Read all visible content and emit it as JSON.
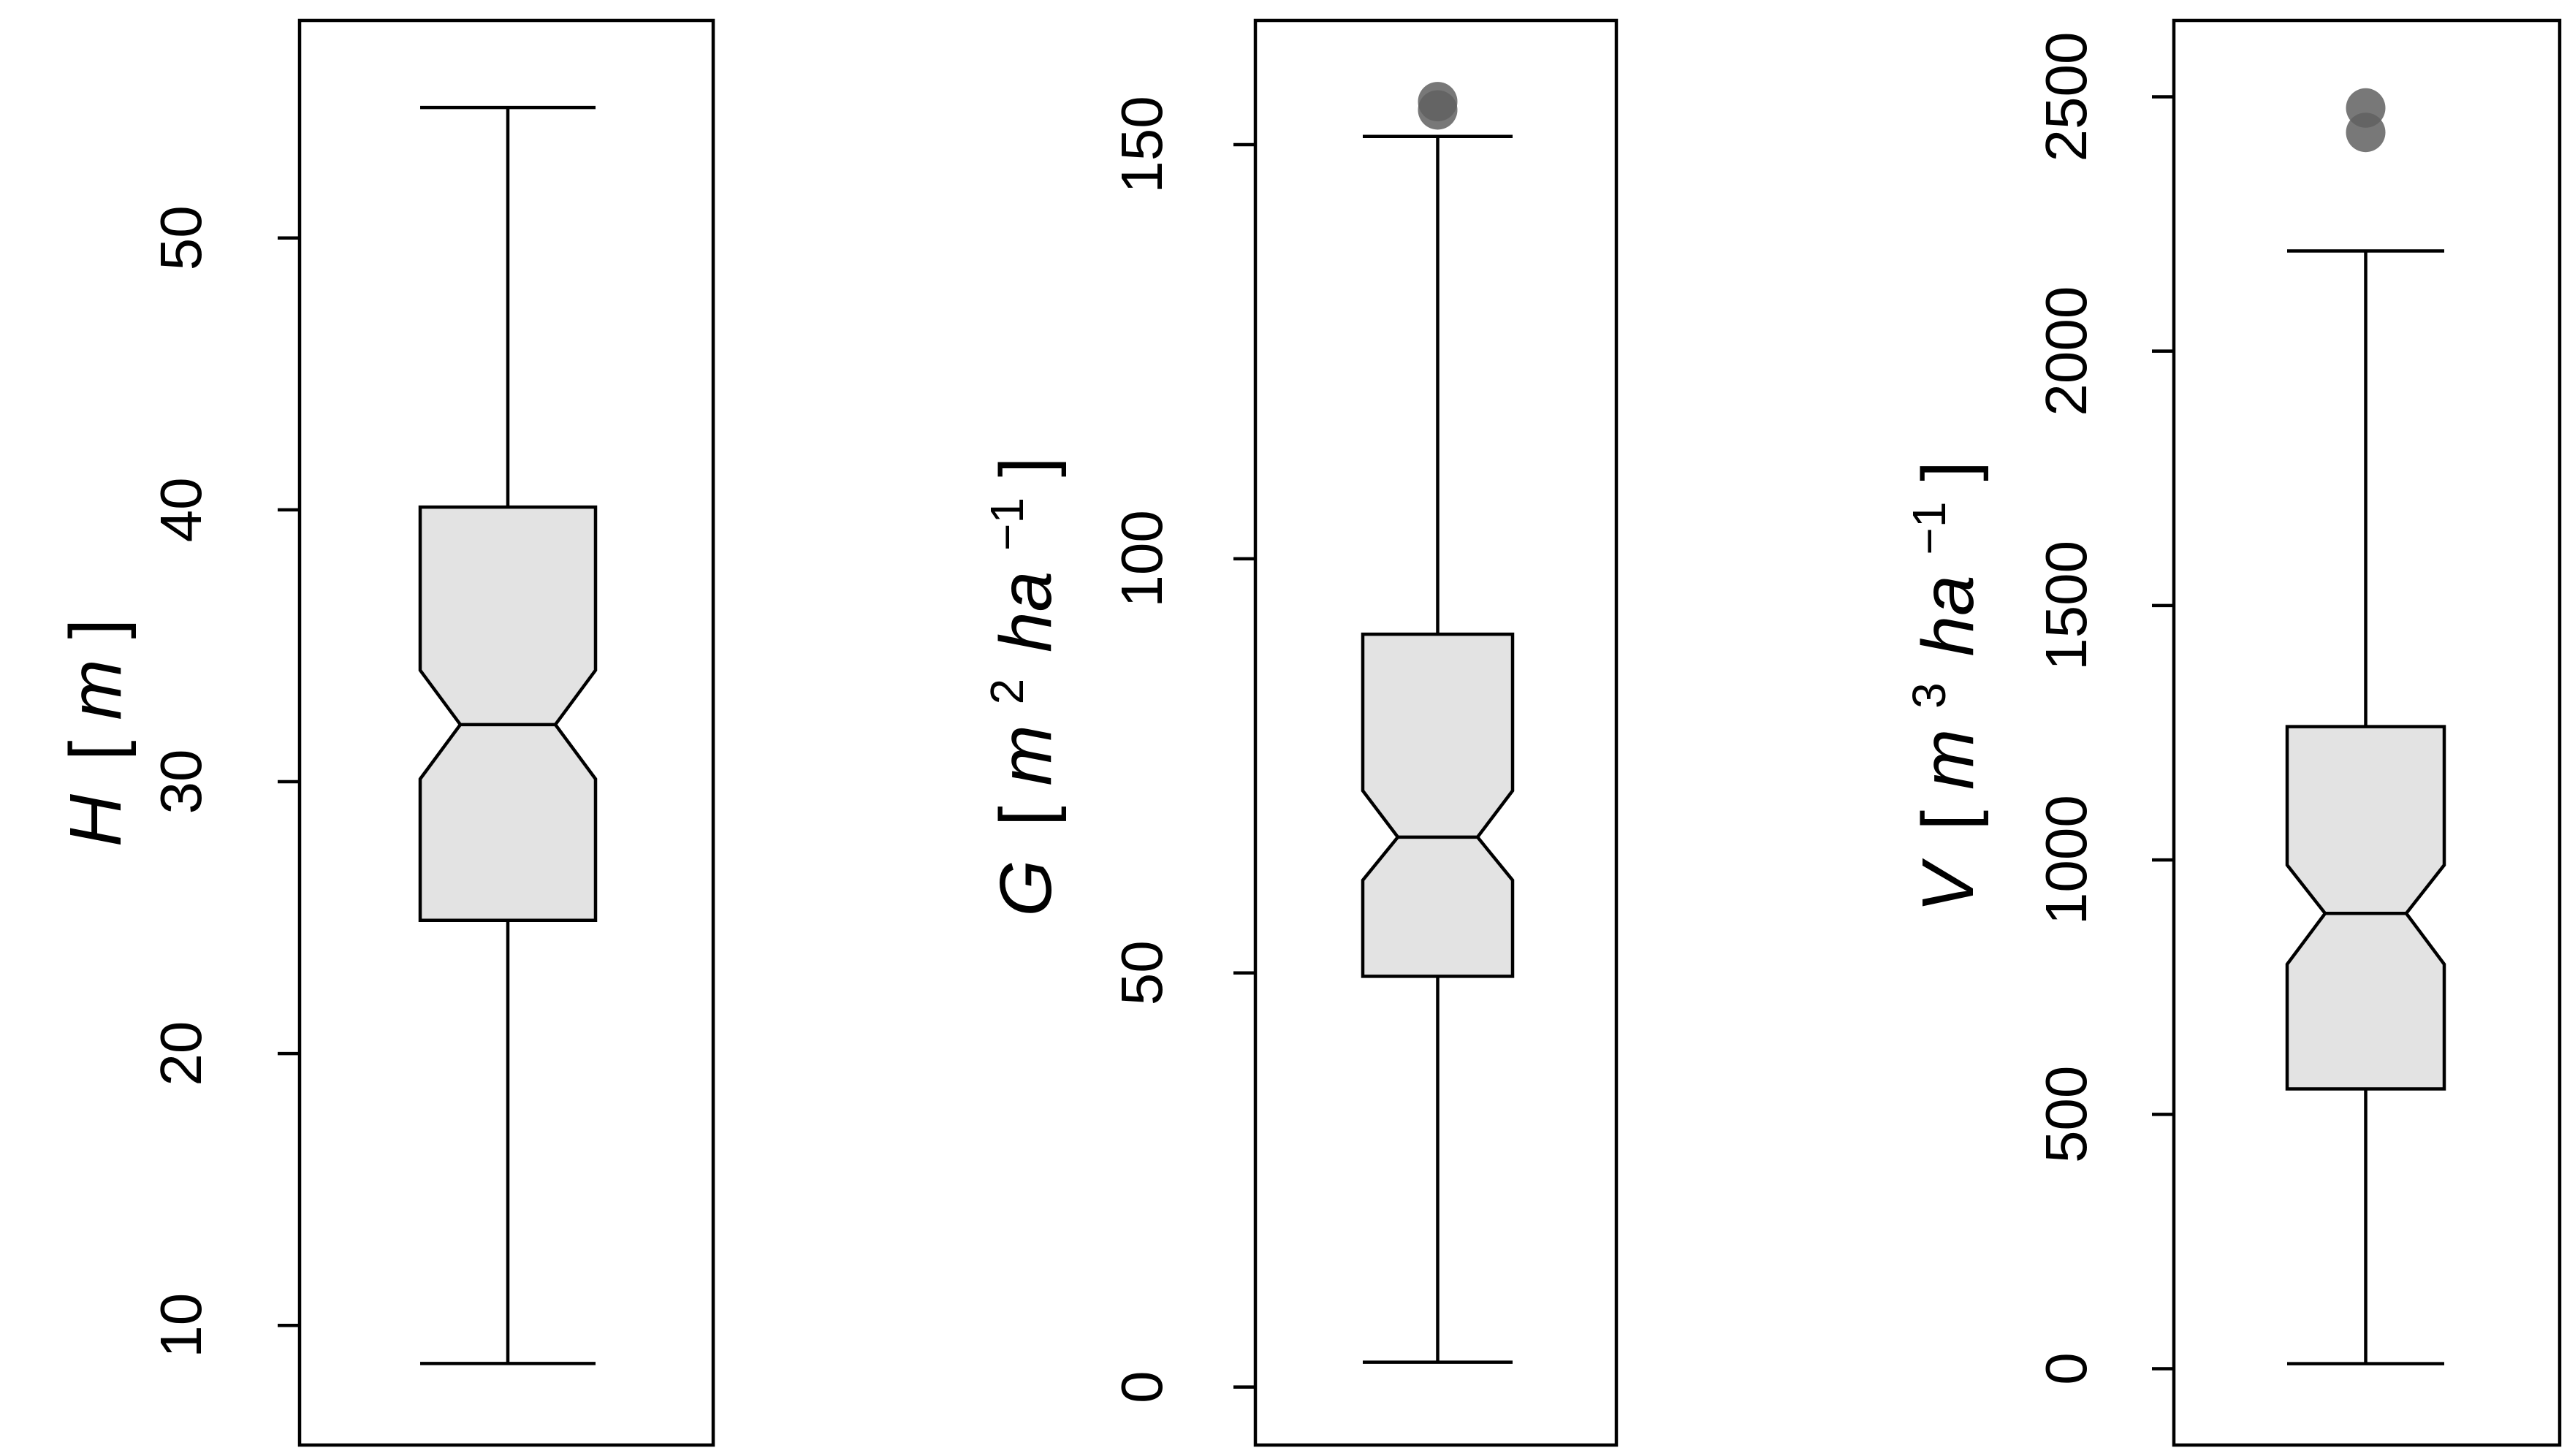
{
  "chart_data": [
    {
      "type": "box",
      "notched": true,
      "ylabel": {
        "var": "H",
        "open": "[",
        "unit": "m",
        "close": "]"
      },
      "ylim": [
        5.6,
        58
      ],
      "yticks": [
        10,
        20,
        30,
        40,
        50
      ],
      "stats": {
        "whisker_low": 8.6,
        "q1": 24.9,
        "median": 32.1,
        "q3": 40.1,
        "whisker_high": 54.8,
        "notch_low": 30.1,
        "notch_high": 34.1
      },
      "outliers": []
    },
    {
      "type": "box",
      "notched": true,
      "ylabel": {
        "var": "G",
        "open": "[",
        "unit1": "m",
        "sup1": "2",
        "unit2": "ha",
        "sup2": "−1",
        "close": "]"
      },
      "ylim": [
        -7,
        165
      ],
      "yticks": [
        0,
        50,
        100,
        150
      ],
      "stats": {
        "whisker_low": 3.0,
        "q1": 49.6,
        "median": 66.4,
        "q3": 90.9,
        "whisker_high": 151.0,
        "notch_low": 61.2,
        "notch_high": 72.0
      },
      "outliers": [
        154.2,
        155.2
      ]
    },
    {
      "type": "box",
      "notched": true,
      "ylabel": {
        "var": "V",
        "open": "[",
        "unit1": "m",
        "sup1": "3",
        "unit2": "ha",
        "sup2": "−1",
        "close": "]"
      },
      "ylim": [
        -150,
        2650
      ],
      "yticks": [
        0,
        500,
        1000,
        1500,
        2000,
        2500
      ],
      "stats": {
        "whisker_low": 10,
        "q1": 550,
        "median": 895,
        "q3": 1262,
        "whisker_high": 2197,
        "notch_low": 795,
        "notch_high": 990
      },
      "outliers": [
        2430,
        2478
      ]
    }
  ]
}
